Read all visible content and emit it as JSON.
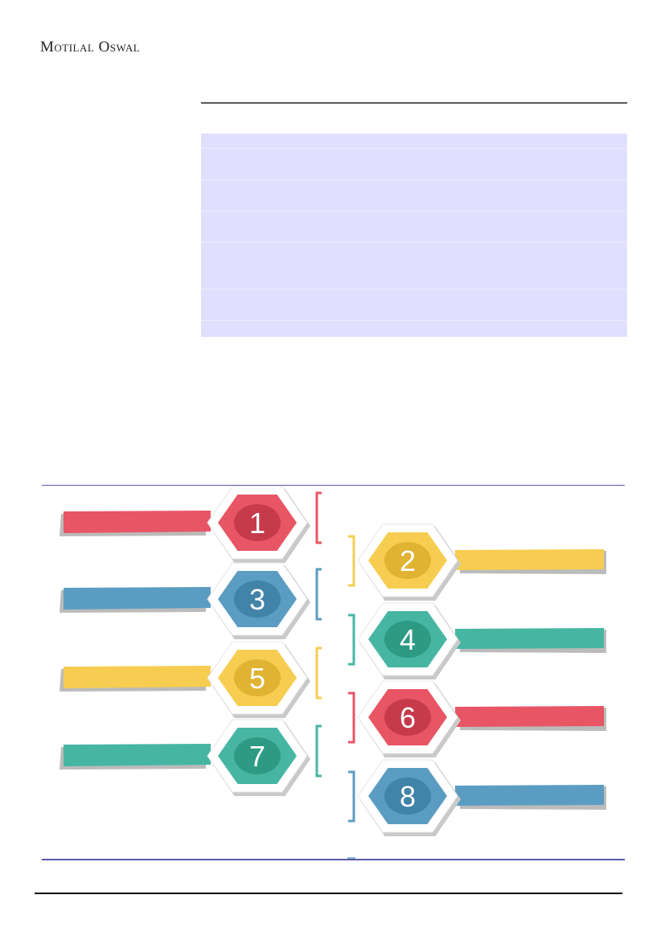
{
  "header": {
    "logo_text": "Motilal Oswal"
  },
  "table": {
    "row_count": 7
  },
  "infographic": {
    "steps": [
      {
        "number": "1",
        "color": "#e85565",
        "inner": "#c63a4c",
        "side": "left"
      },
      {
        "number": "2",
        "color": "#f6cd50",
        "inner": "#e0b332",
        "side": "right"
      },
      {
        "number": "3",
        "color": "#5b9dc2",
        "inner": "#4283a8",
        "side": "left"
      },
      {
        "number": "4",
        "color": "#46b6a3",
        "inner": "#2f9a84",
        "side": "right"
      },
      {
        "number": "5",
        "color": "#f6cd50",
        "inner": "#e0b332",
        "side": "left"
      },
      {
        "number": "6",
        "color": "#e85565",
        "inner": "#c63a4c",
        "side": "right"
      },
      {
        "number": "7",
        "color": "#46b6a3",
        "inner": "#2f9a84",
        "side": "left"
      },
      {
        "number": "8",
        "color": "#5b9dc2",
        "inner": "#4283a8",
        "side": "right"
      }
    ]
  }
}
